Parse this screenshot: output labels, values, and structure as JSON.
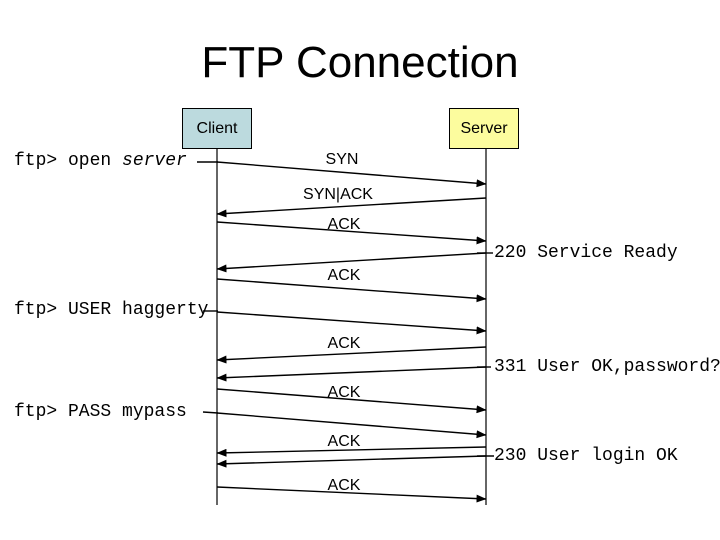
{
  "title": "FTP Connection",
  "client": {
    "label": "Client",
    "box_color": "#bcdade"
  },
  "server": {
    "label": "Server",
    "box_color": "#fcfc9e"
  },
  "commands": [
    {
      "text_normal": "ftp> open ",
      "text_italic": "server"
    },
    {
      "text": "ftp> USER haggerty"
    },
    {
      "text": "ftp> PASS mypass"
    }
  ],
  "responses": [
    "220 Service Ready",
    "331 User OK,password?",
    "230 User login OK"
  ],
  "messages": [
    {
      "label": "SYN",
      "from": "client",
      "to": "server"
    },
    {
      "label": "SYN|ACK",
      "from": "server",
      "to": "client"
    },
    {
      "label": "ACK",
      "from": "client",
      "to": "server"
    },
    {
      "label": "ACK",
      "from": "client",
      "to": "server"
    },
    {
      "label": "ACK",
      "from": "server",
      "to": "client"
    },
    {
      "label": "ACK",
      "from": "client",
      "to": "server"
    },
    {
      "label": "ACK",
      "from": "server",
      "to": "client"
    },
    {
      "label": "ACK",
      "from": "client",
      "to": "server"
    }
  ]
}
